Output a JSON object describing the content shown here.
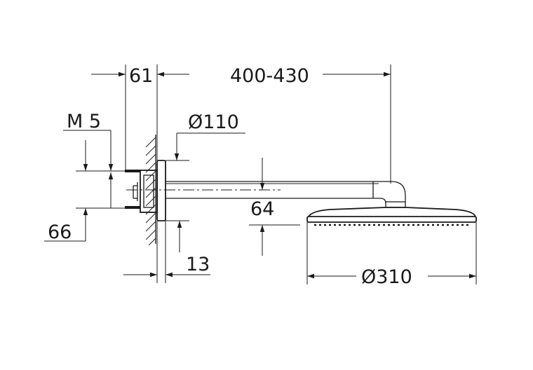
{
  "dimensions": {
    "wall_depth": "61",
    "arm_length": "400-430",
    "thread": "M 5",
    "flange_diameter": "Ø110",
    "height_offset": "64",
    "bracket_spacing": "66",
    "flange_thickness": "13",
    "head_diameter": "Ø310"
  }
}
